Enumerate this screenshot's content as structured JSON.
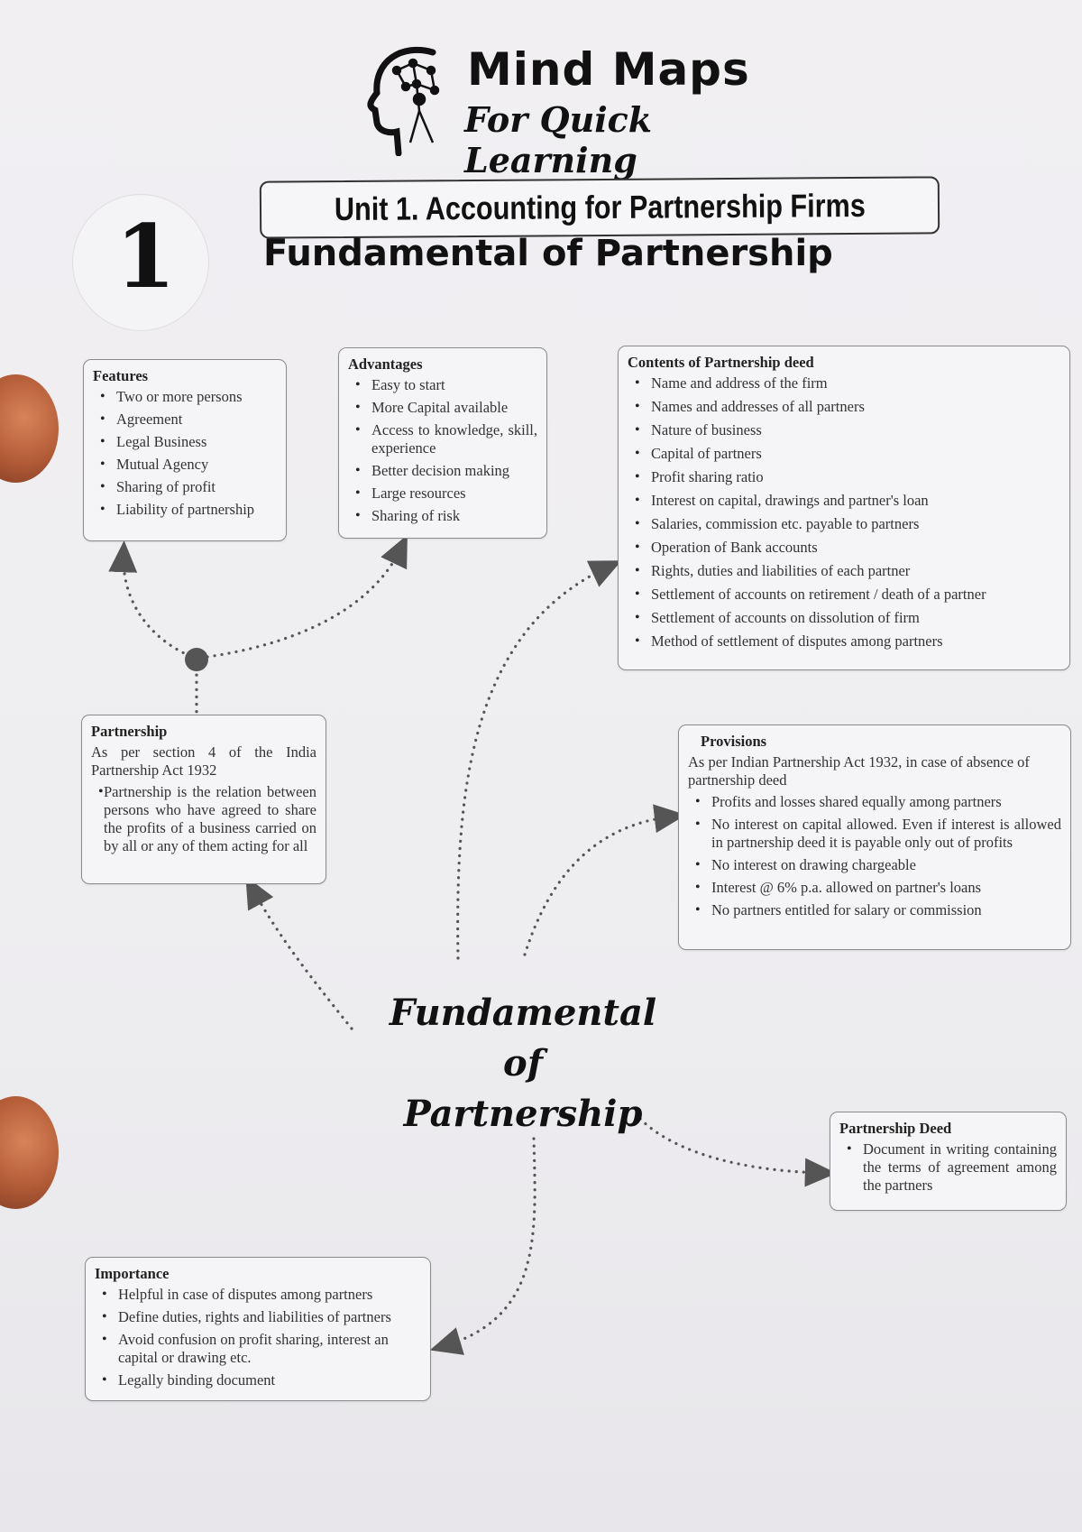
{
  "logo": {
    "title": "Mind Maps",
    "subtitle": "For Quick Learning"
  },
  "unit_heading": "Unit 1. Accounting for Partnership Firms",
  "chapter": {
    "number": "1",
    "title": "Fundamental of Partnership"
  },
  "center": {
    "line1": "Fundamental",
    "line2": "of Partnership"
  },
  "features": {
    "title": "Features",
    "items": [
      "Two or more persons",
      "Agreement",
      "Legal Business",
      "Mutual Agency",
      "Sharing of profit",
      "Liability of partnership"
    ]
  },
  "advantages": {
    "title": "Advantages",
    "items": [
      "Easy to start",
      "More Capital available",
      "Access to knowledge, skill, experience",
      "Better decision making",
      "Large resources",
      "Sharing of risk"
    ]
  },
  "contents": {
    "title": "Contents of Partnership deed",
    "items": [
      "Name and address of the firm",
      "Names and addresses of all partners",
      "Nature of business",
      "Capital of partners",
      "Profit sharing ratio",
      "Interest on capital, drawings and partner's loan",
      "Salaries, commission etc. payable to partners",
      "Operation of Bank accounts",
      "Rights, duties and liabilities of each partner",
      "Settlement of accounts on retirement / death of a partner",
      "Settlement of accounts on dissolution of firm",
      "Method of settlement of disputes among partners"
    ]
  },
  "partnership": {
    "title": "Partnership",
    "intro": "As per section 4 of the India Partnership Act 1932",
    "items": [
      "Partnership is the relation between persons who have agreed to share the profits of a business carried on by all or any of them acting for all"
    ]
  },
  "provisions": {
    "title": "Provisions",
    "intro": "As per Indian Partnership Act 1932, in case of absence of partnership deed",
    "items": [
      "Profits and losses shared equally among partners",
      "No interest on capital allowed. Even if interest is allowed in partnership deed it is payable only out of profits",
      "No interest on drawing chargeable",
      "Interest @ 6% p.a. allowed on partner's loans",
      "No partners entitled for salary or commission"
    ]
  },
  "deed": {
    "title": "Partnership Deed",
    "items": [
      "Document in writing containing the terms of agreement among the partners"
    ]
  },
  "importance": {
    "title": "Importance",
    "items": [
      "Helpful in case of disputes among partners",
      "Define duties, rights and liabilities of partners",
      "Avoid confusion on profit sharing, interest an capital or drawing etc.",
      "Legally binding document"
    ]
  },
  "colors": {
    "border": "#8b8b8f",
    "dots": "#555555",
    "page": "#efedf0"
  }
}
